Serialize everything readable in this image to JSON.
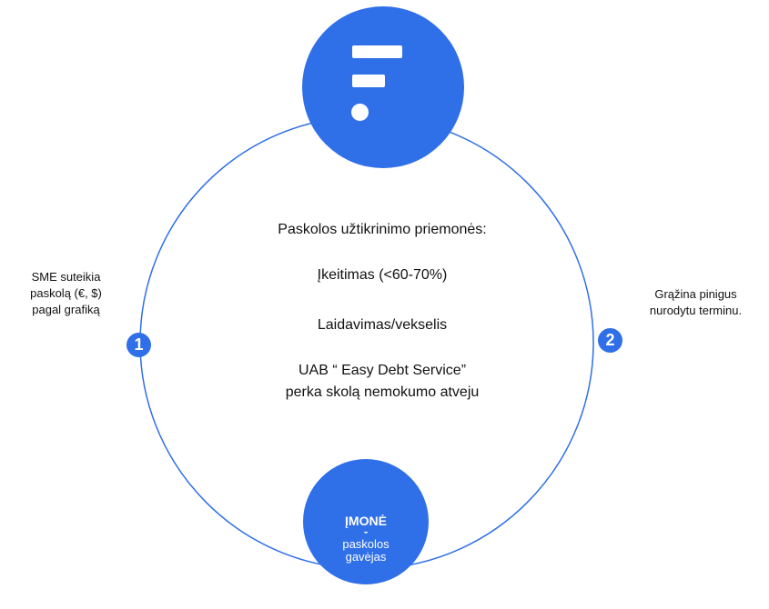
{
  "colors": {
    "accent": "#2f6fe8",
    "text": "#111111",
    "background": "#ffffff"
  },
  "logo": {
    "icon": "logo-icon"
  },
  "center": {
    "heading": "Paskolos užtikrinimo priemonės:",
    "items": [
      "Įkeitimas (<60-70%)",
      "Laidavimas/vekselis",
      "UAB “ Easy Debt Service”\nperka skolą nemokumo atveju"
    ]
  },
  "company": {
    "title": "ĮMONĖ",
    "dash": "-",
    "subtitle": "paskolos\ngavėjas"
  },
  "steps": [
    {
      "number": "1",
      "text": "SME suteikia\npaskolą (€, $)\npagal grafiką"
    },
    {
      "number": "2",
      "text": "Grąžina pinigus\nnurodytu terminu."
    }
  ]
}
